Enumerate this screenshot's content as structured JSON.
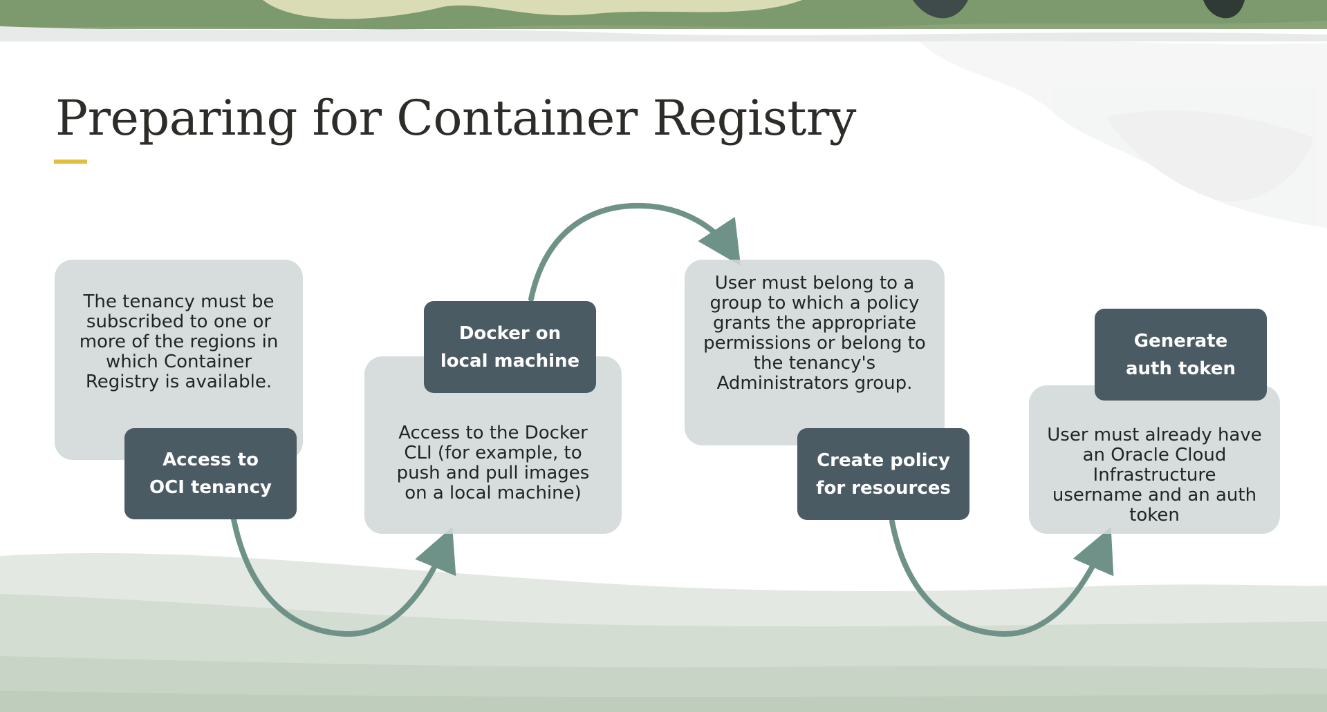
{
  "slide": {
    "title": "Preparing for Container Registry"
  },
  "steps": [
    {
      "heading_line1": "Access to",
      "heading_line2": "OCI tenancy",
      "description": "The tenancy must be subscribed to one or more of the regions in which Container Registry is available."
    },
    {
      "heading_line1": "Docker on",
      "heading_line2": "local machine",
      "description": "Access to the Docker CLI (for example, to push and pull images on a local machine)"
    },
    {
      "heading_line1": "Create policy",
      "heading_line2": "for resources",
      "description": "User must belong to a group to which a policy grants the appropriate permissions or belong to the tenancy's Administrators group."
    },
    {
      "heading_line1": "Generate",
      "heading_line2": "auth token",
      "description": "User must already have an Oracle Cloud Infrastructure username and an auth token"
    }
  ],
  "colors": {
    "badge": "#4b5b63",
    "card": "#d2d8d7",
    "arrow": "#6f9288",
    "accent": "#e3bd3d",
    "title": "#2e2c29"
  }
}
